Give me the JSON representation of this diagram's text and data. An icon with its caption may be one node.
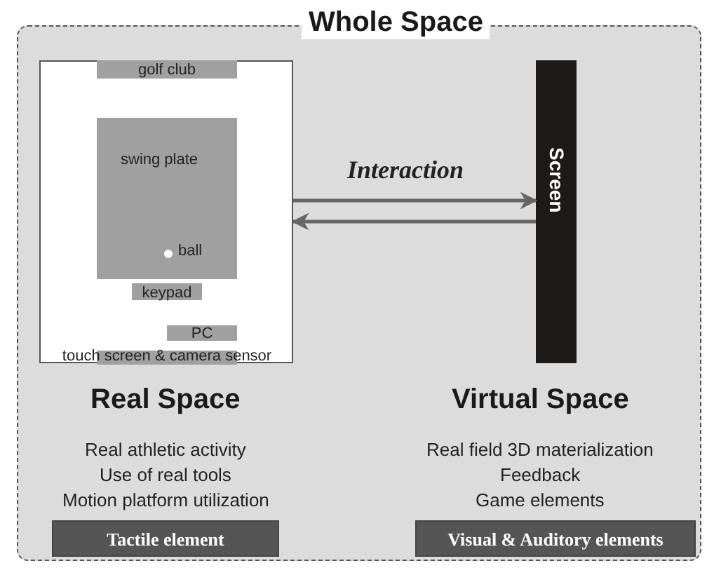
{
  "diagram": {
    "nodes": [
      {
        "text": [
          "Whole Space"
        ]
      },
      {
        "text": [],
        "shape": "box",
        "in": 0
      },
      {
        "text": [
          "golf club"
        ],
        "in": 1
      },
      {
        "text": [
          "swing plate",
          "ball"
        ],
        "in": 1
      },
      {
        "text": [
          "keypad"
        ],
        "in": 1
      },
      {
        "text": [
          "PC"
        ],
        "in": 1
      },
      {
        "text": [
          "touch screen & camera sensor"
        ],
        "in": 1
      },
      {
        "text": [
          "Screen"
        ],
        "in": 0
      },
      {
        "text": [
          "Tactile element"
        ],
        "in": 0
      },
      {
        "text": [
          "Visual & Auditory elements"
        ],
        "in": 0
      }
    ],
    "edges": [
      {
        "from": 1,
        "to": 7,
        "arrow": "to",
        "label": "Interaction"
      },
      {
        "from": 7,
        "to": 1,
        "arrow": "to"
      }
    ],
    "labels": [
      "Real Space",
      "Real athletic activity",
      "Use of real tools",
      "Motion platform utilization",
      "Virtual Space",
      "Real field 3D materialization",
      "Feedback",
      "Game elements"
    ]
  }
}
